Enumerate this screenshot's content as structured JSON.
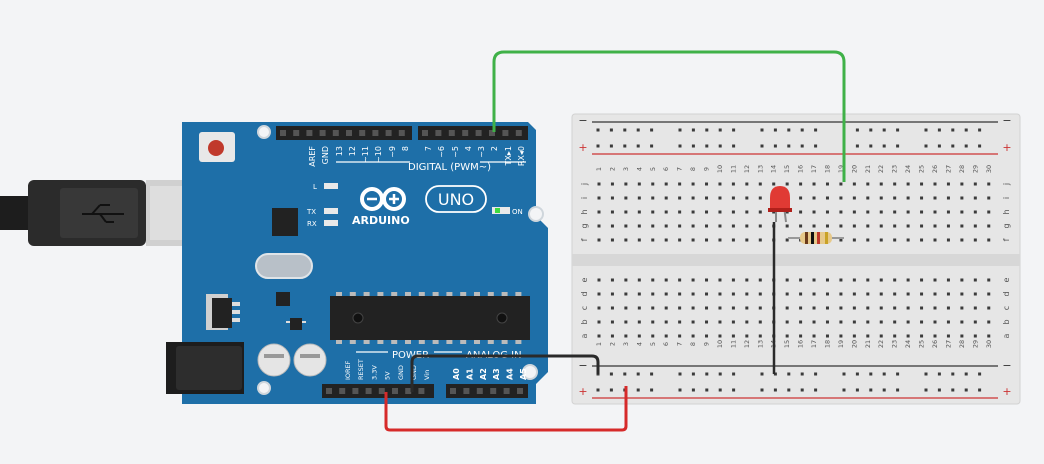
{
  "arduino": {
    "header_labels_top": [
      "AREF",
      "GND",
      "13",
      "12",
      "~11",
      "~10",
      "~9",
      "8",
      "7",
      "~6",
      "~5",
      "4",
      "~3",
      "2",
      "TX▸1",
      "RX◂0"
    ],
    "digital_label": "DIGITAL (PWM~)",
    "brand": "ARDUINO",
    "model": "UNO",
    "led_l": "L",
    "led_tx": "TX",
    "led_rx": "RX",
    "on_label": "ON",
    "power_label": "POWER",
    "analog_label": "ANALOG IN",
    "power_pins": [
      "IOREF",
      "RESET",
      "3.3V",
      "5V",
      "GND",
      "GND",
      "Vin"
    ],
    "analog_pins": [
      "A0",
      "A1",
      "A2",
      "A3",
      "A4",
      "A5"
    ]
  },
  "breadboard": {
    "columns": [
      "1",
      "2",
      "3",
      "4",
      "5",
      "6",
      "7",
      "8",
      "9",
      "10",
      "11",
      "12",
      "13",
      "14",
      "15",
      "16",
      "17",
      "18",
      "19",
      "20",
      "21",
      "22",
      "23",
      "24",
      "25",
      "26",
      "27",
      "28",
      "29",
      "30"
    ],
    "rows_top": [
      "j",
      "i",
      "h",
      "g",
      "f"
    ],
    "rows_bottom": [
      "e",
      "d",
      "c",
      "b",
      "a"
    ],
    "rail_minus": "−",
    "rail_plus": "+"
  },
  "wires": {
    "green": "#3fb148",
    "red": "#d62a2a",
    "black": "#2a2a2a"
  },
  "colors": {
    "board": "#1e6fa8",
    "breadboard": "#e6e6e6",
    "led": "#e03a34",
    "resistor": "#e7c98a"
  }
}
